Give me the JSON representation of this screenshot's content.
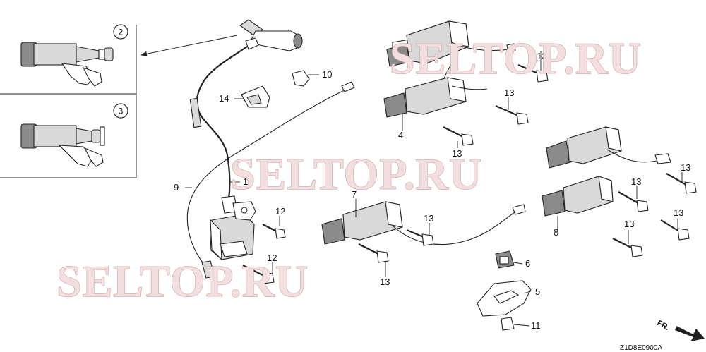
{
  "watermarks": [
    "SELTOP.RU",
    "SELTOP.RU",
    "SELTOP.RU"
  ],
  "inset_labels": [
    "2",
    "3"
  ],
  "callouts": {
    "n1": "1",
    "n4": "4",
    "n5": "5",
    "n6": "6",
    "n7": "7",
    "n8": "8",
    "n9": "9",
    "n10": "10",
    "n11": "11",
    "n12a": "12",
    "n12b": "12",
    "n13a": "13",
    "n13b": "13",
    "n13c": "13",
    "n13d": "13",
    "n13e": "13",
    "n13f": "13",
    "n13g": "13",
    "n13h": "13",
    "n13i": "13",
    "n14": "14"
  },
  "direction_label": "FR.",
  "diagram_code": "Z1D8E0900A"
}
